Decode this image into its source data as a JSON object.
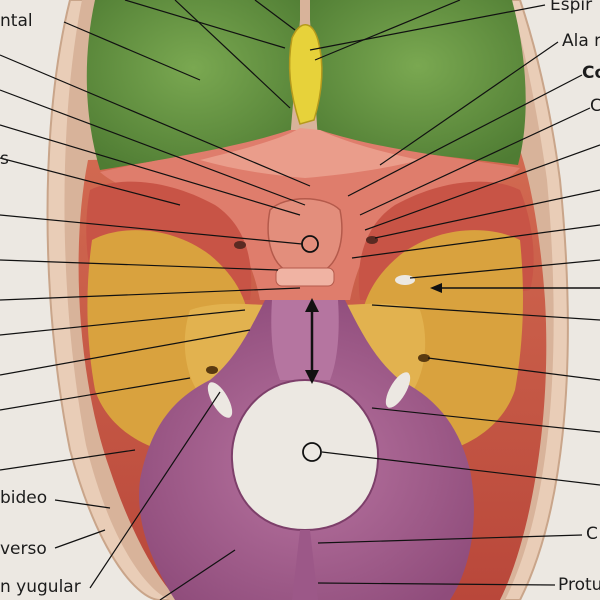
{
  "labels": {
    "frontal": "ntal",
    "espina": "Espir",
    "ala": "Ala m",
    "co": "Co",
    "c_right": "C",
    "s_left": "s",
    "esfenoideo": "bideo",
    "transverso": "verso",
    "yugular": "n yugular",
    "c_bottom": "C",
    "protuberancia": "Protu"
  },
  "colors": {
    "background": "#ece8e2",
    "skull_bone": "#e9cdb7",
    "frontal_bone": "#5f8f3f",
    "ethmoid": "#e7d23a",
    "sphenoid": "#df7d6c",
    "temporal": "#d9a23e",
    "occipital": "#a35d8e",
    "cranial_floor": "#c95c45"
  }
}
